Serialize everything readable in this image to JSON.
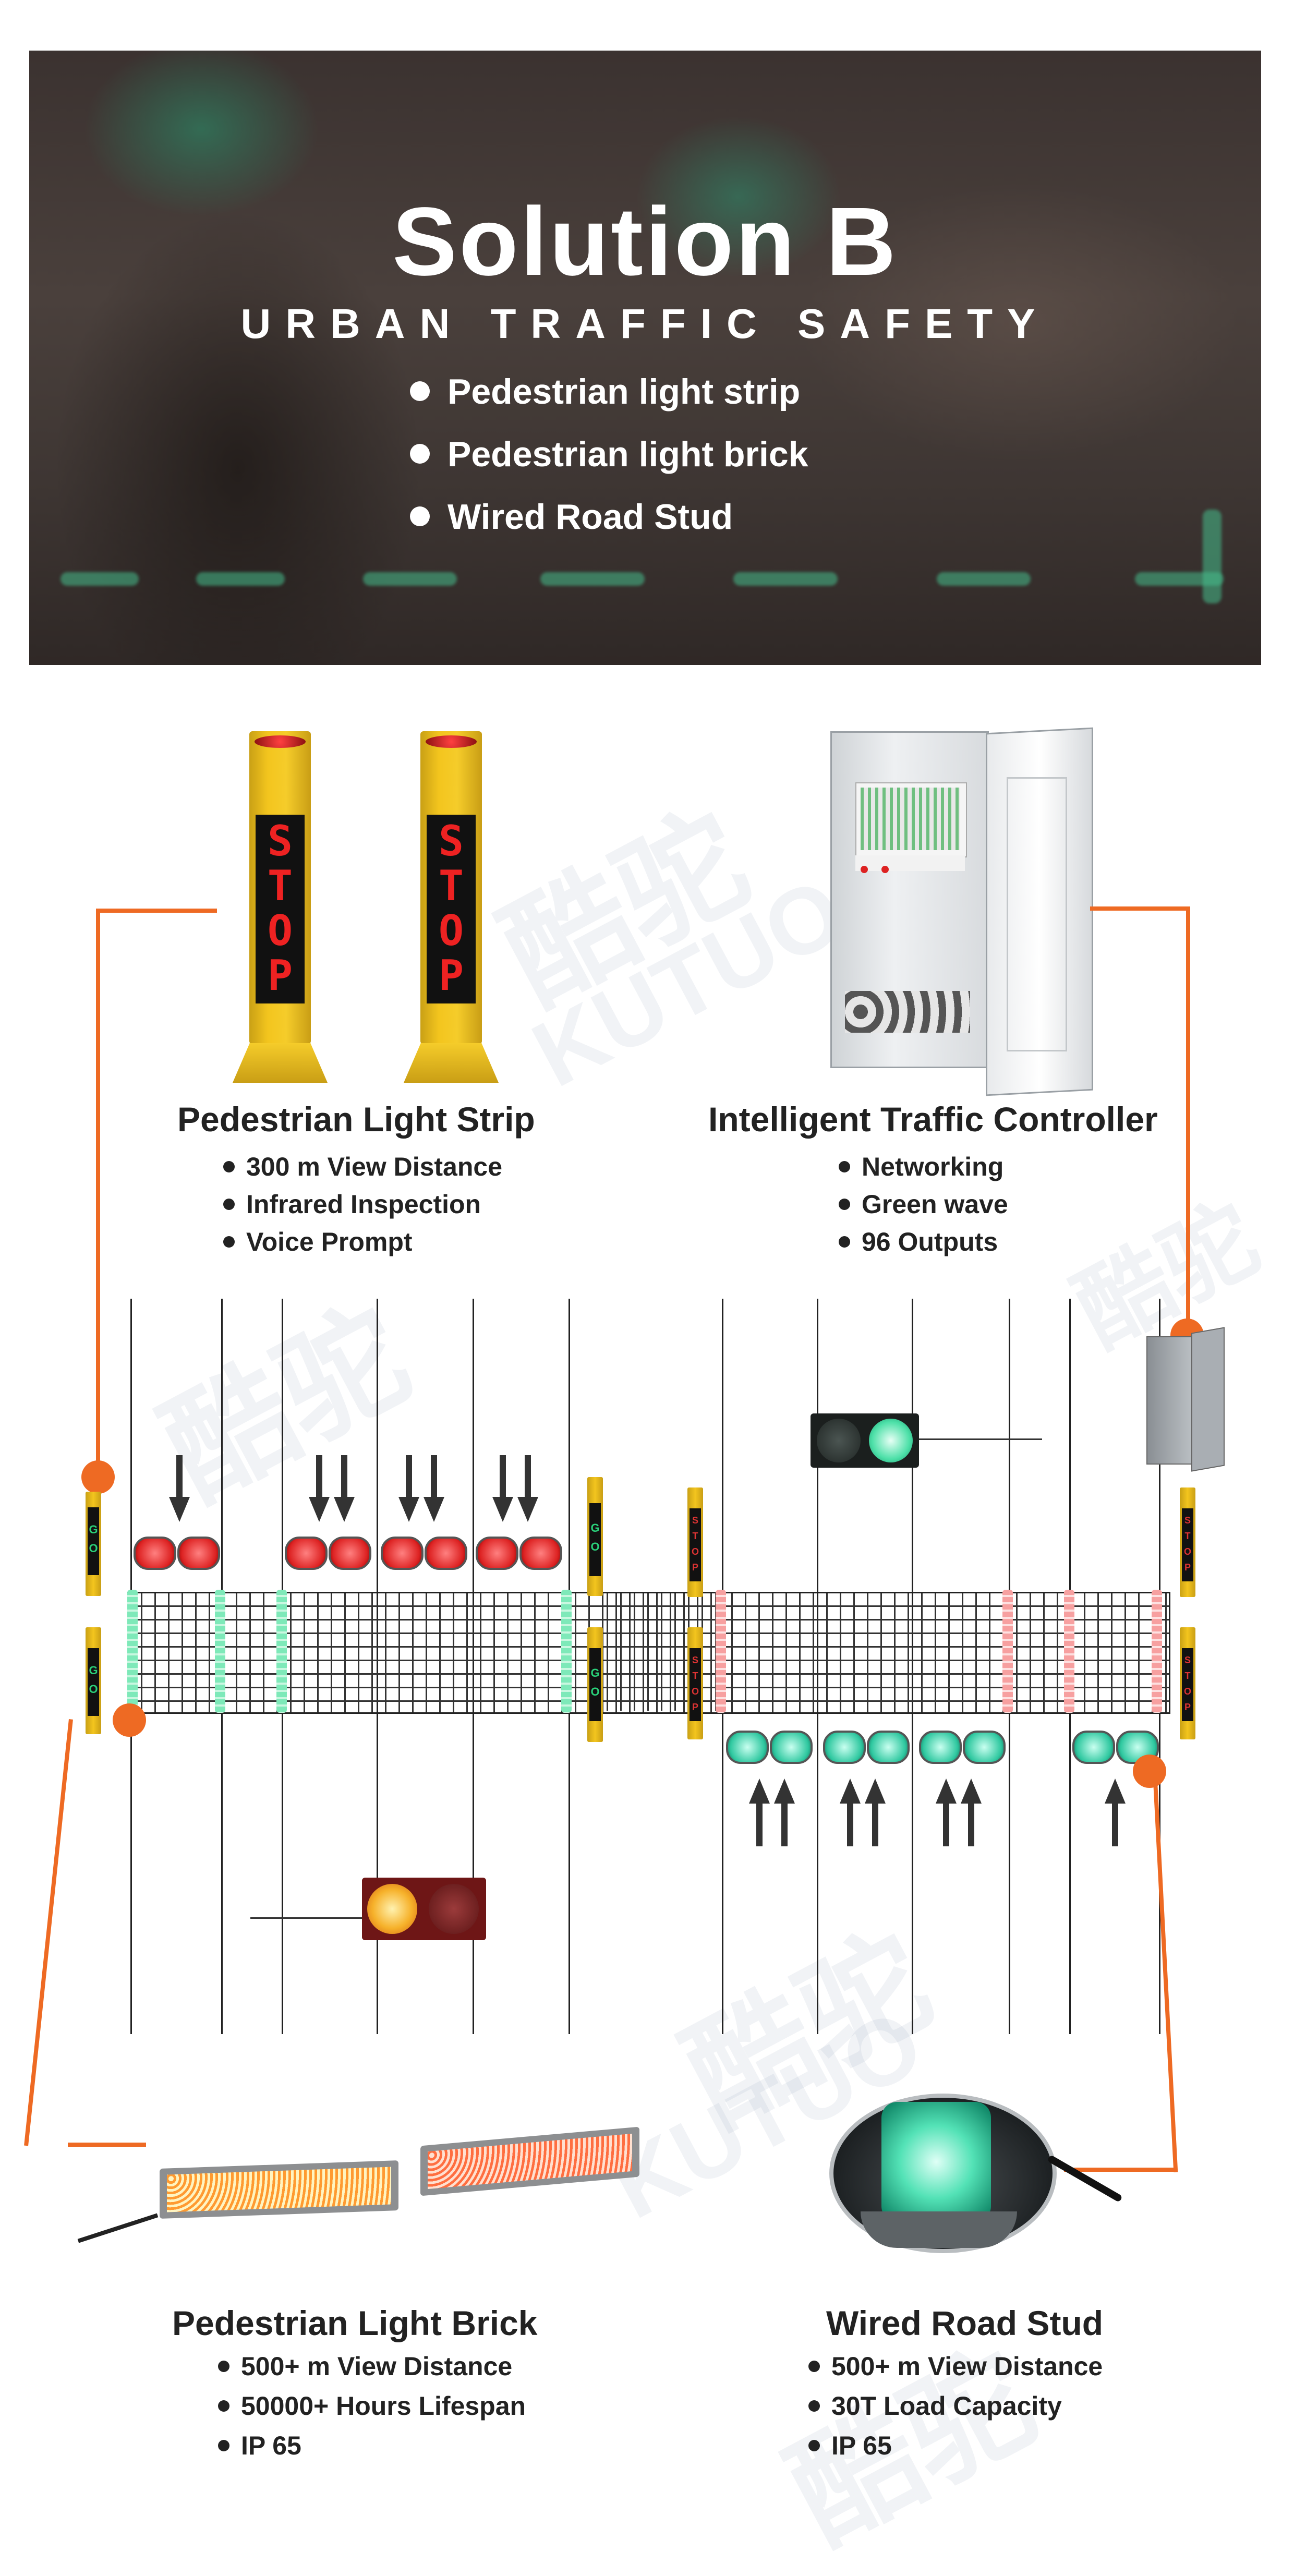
{
  "hero": {
    "title": "Solution B",
    "subtitle": "URBAN TRAFFIC SAFETY",
    "bullets": [
      "Pedestrian light strip",
      "Pedestrian light brick",
      "Wired Road Stud"
    ]
  },
  "watermark": {
    "cn": "酷驼",
    "en": "KUTUO"
  },
  "products": {
    "light_strip": {
      "title": "Pedestrian Light Strip",
      "screen_text": "STOP",
      "features": [
        "300 m View Distance",
        "Infrared Inspection",
        "Voice Prompt"
      ]
    },
    "controller": {
      "title": "Intelligent  Traffic Controller",
      "features": [
        "Networking",
        "Green wave",
        "96 Outputs"
      ]
    },
    "light_brick": {
      "title": "Pedestrian Light Brick",
      "features": [
        "500+ m View Distance",
        "50000+ Hours Lifespan",
        "IP 65"
      ]
    },
    "road_stud": {
      "title": "Wired Road Stud",
      "features": [
        "500+ m View Distance",
        "30T Load Capacity",
        "IP 65"
      ]
    }
  },
  "crossing": {
    "go_label": "GO",
    "stop_label": "STOP"
  },
  "colors": {
    "accent_orange": "#ee6a23",
    "bollard_yellow": "#f3c51e",
    "led_red": "#e22222",
    "led_green": "#2fc8a0"
  }
}
